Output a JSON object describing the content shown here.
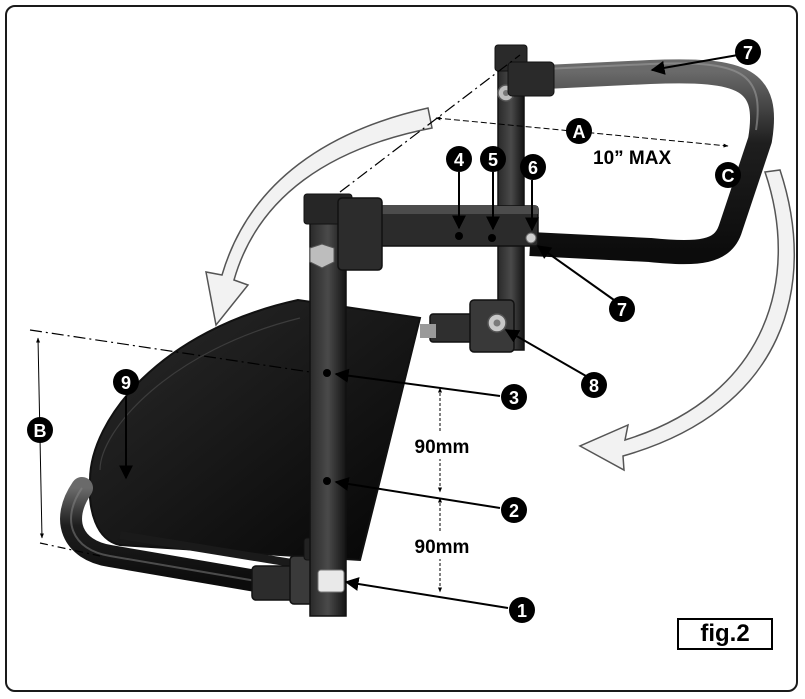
{
  "figure": {
    "label": "fig.2"
  },
  "callouts": {
    "n1": "1",
    "n2": "2",
    "n3": "3",
    "n4": "4",
    "n5": "5",
    "n6": "6",
    "n7": "7",
    "n8": "8",
    "n9": "9",
    "a": "A",
    "b": "B",
    "c": "C"
  },
  "dimensions": {
    "width_max": "10” MAX",
    "spacing_upper": "90mm",
    "spacing_lower": "90mm"
  },
  "colors": {
    "ink": "#000000",
    "metal_dark": "#1c1c1c",
    "metal_mid": "#3a3a3a",
    "metal_light": "#8a8a8a",
    "arrow_fill": "#f2f2f2"
  }
}
